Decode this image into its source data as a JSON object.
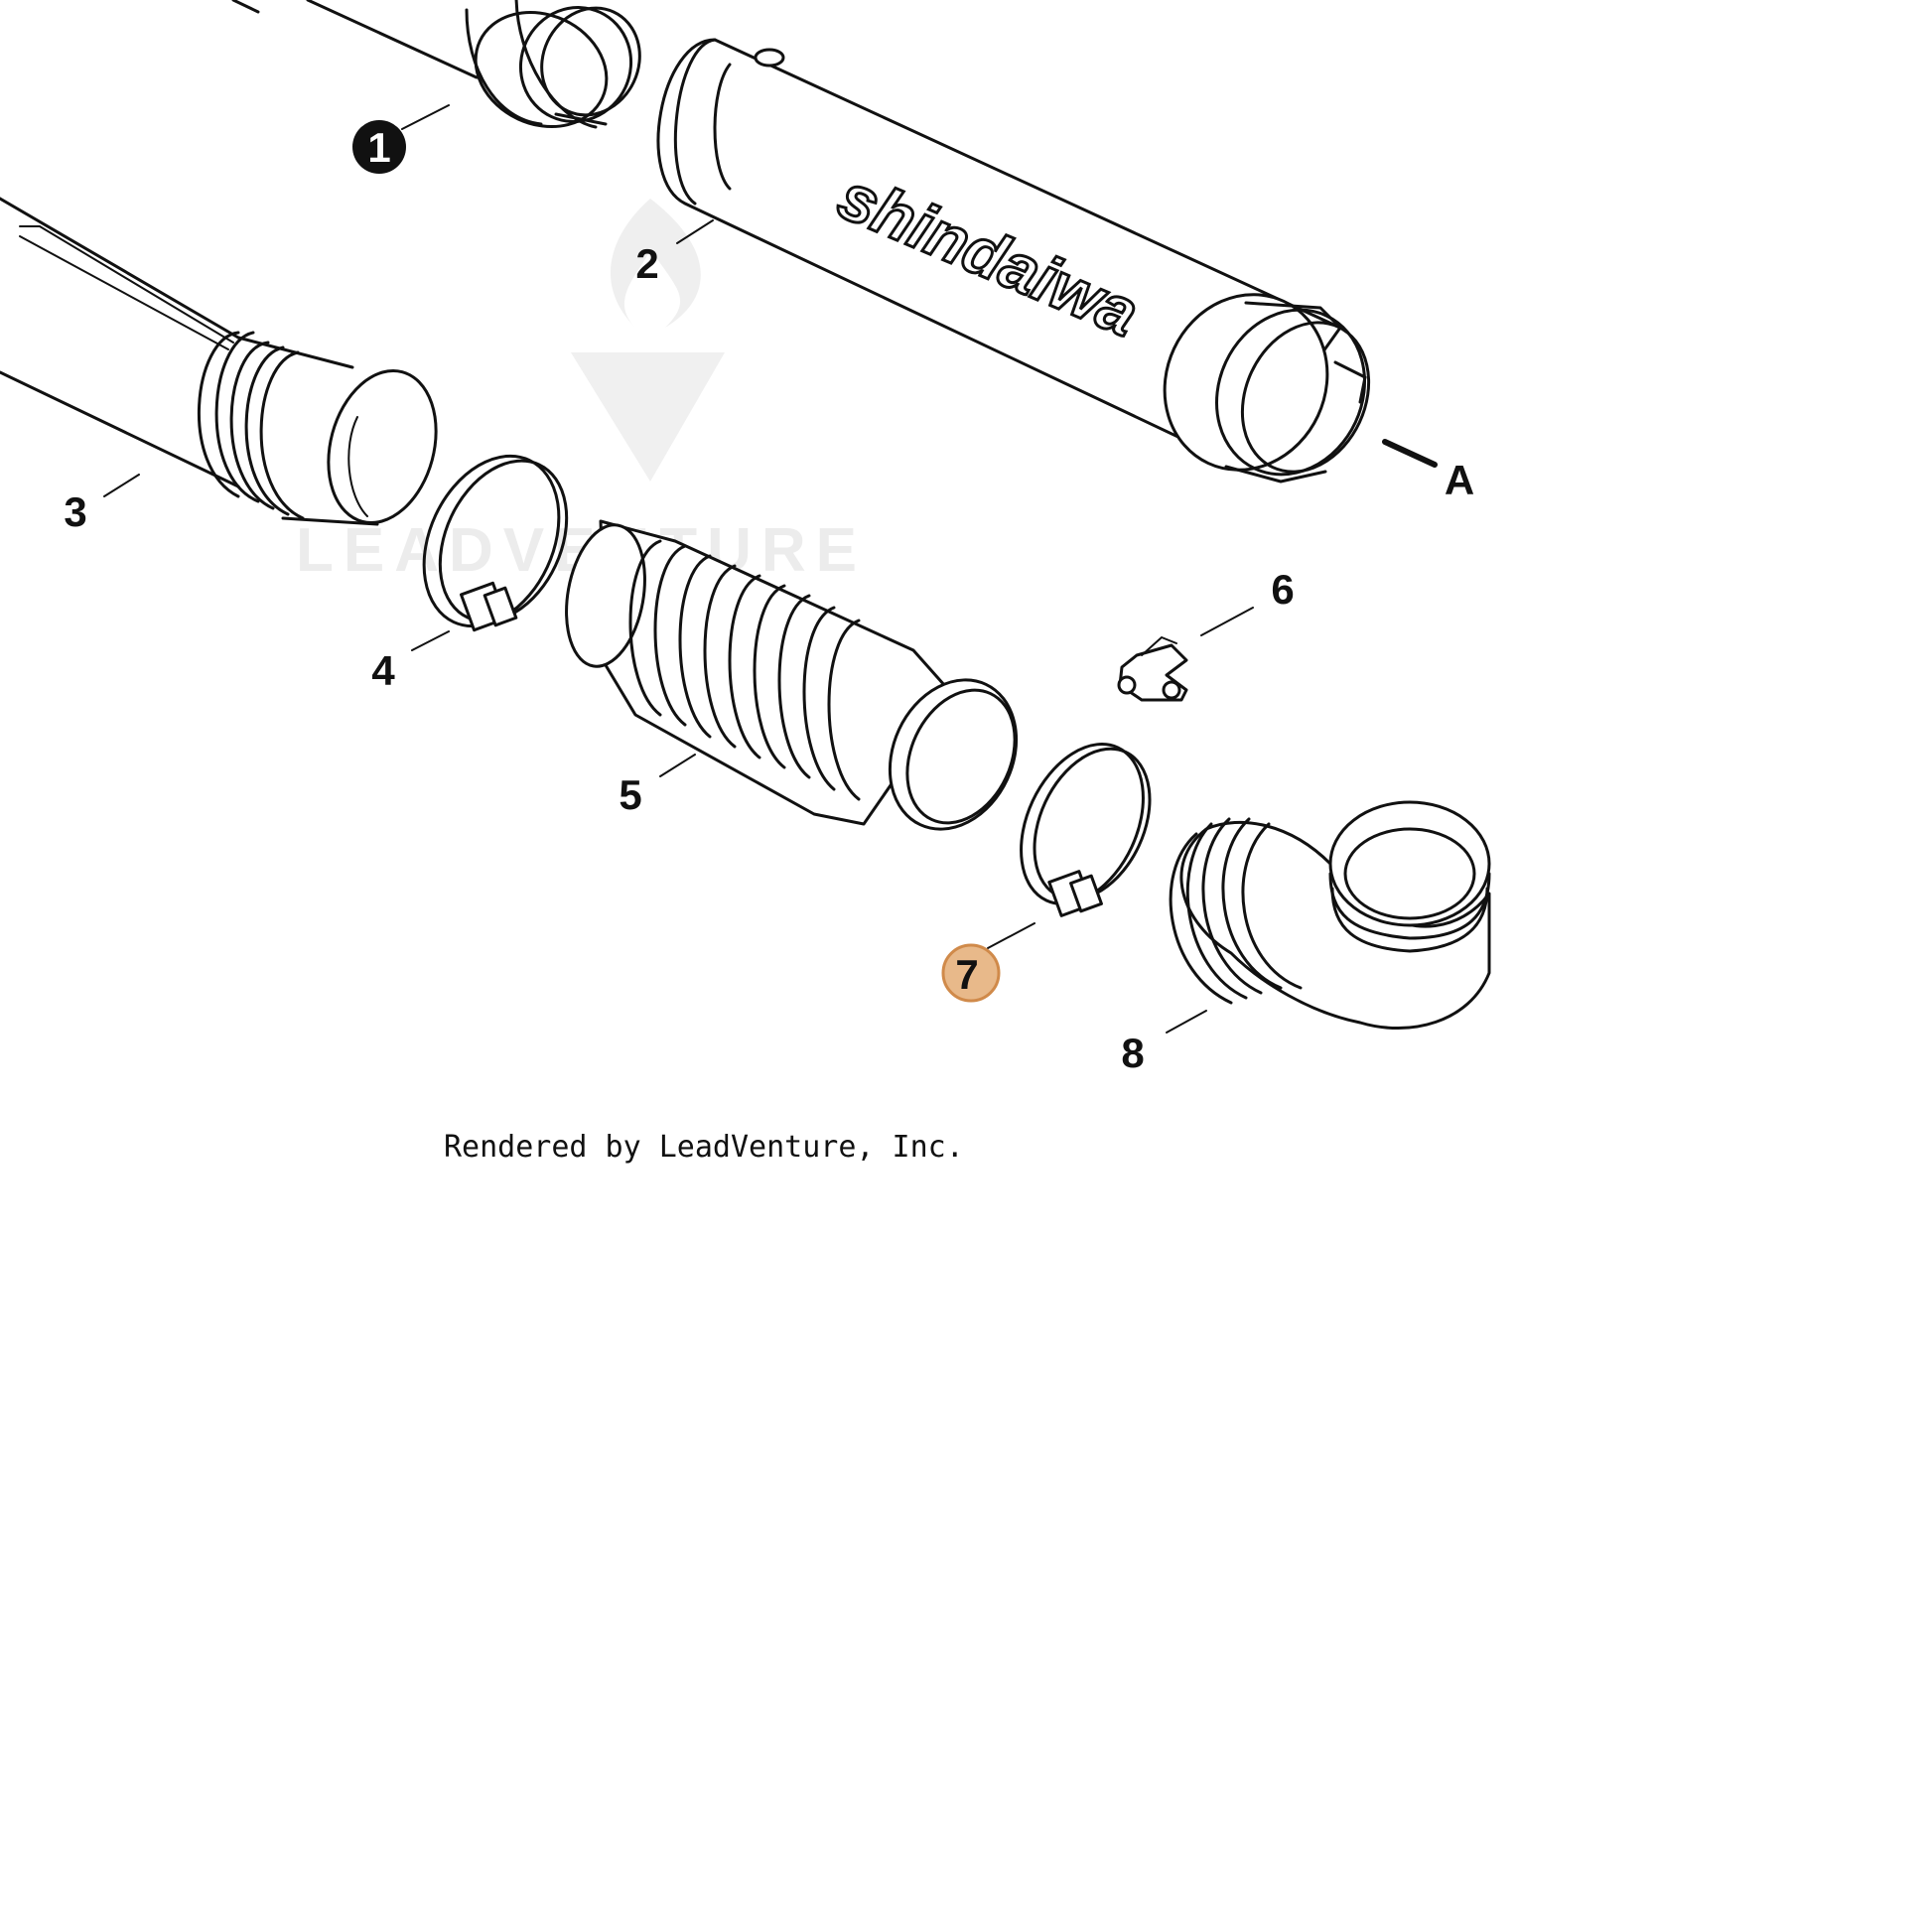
{
  "diagram": {
    "brand_text": "shindaiwa",
    "watermark_text": "LEADVENTURE",
    "credit_text": "Rendered by LeadVenture, Inc.",
    "highlight_color": "#e8b98a",
    "callouts": [
      {
        "id": "1",
        "label": "1",
        "style": "filled-circle"
      },
      {
        "id": "2",
        "label": "2",
        "style": "plain"
      },
      {
        "id": "3",
        "label": "3",
        "style": "plain"
      },
      {
        "id": "4",
        "label": "4",
        "style": "plain"
      },
      {
        "id": "5",
        "label": "5",
        "style": "plain"
      },
      {
        "id": "6",
        "label": "6",
        "style": "plain"
      },
      {
        "id": "7",
        "label": "7",
        "style": "highlighted"
      },
      {
        "id": "8",
        "label": "8",
        "style": "plain"
      },
      {
        "id": "A",
        "label": "A",
        "style": "plain"
      }
    ]
  }
}
